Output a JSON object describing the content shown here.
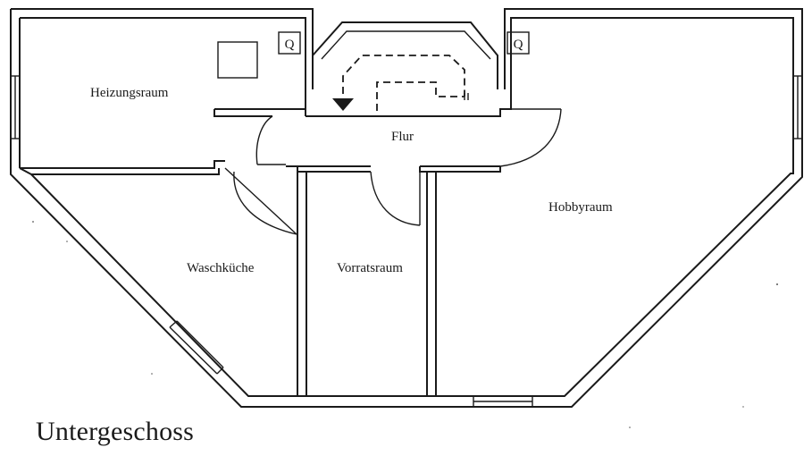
{
  "plan": {
    "floor_title": "Untergeschoss",
    "rooms": {
      "heizungsraum": "Heizungsraum",
      "flur": "Flur",
      "hobbyraum": "Hobbyraum",
      "waschkueche": "Waschküche",
      "vorratsraum": "Vorratsraum"
    },
    "symbols": {
      "floor_drain_left": "Q",
      "floor_drain_right": "Q"
    }
  }
}
